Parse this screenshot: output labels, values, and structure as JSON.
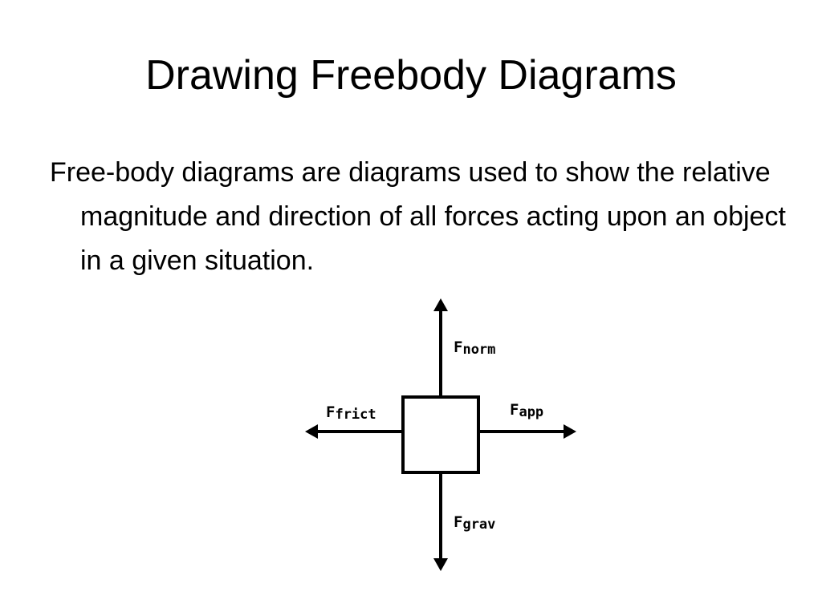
{
  "slide": {
    "title": "Drawing Freebody Diagrams",
    "body": "Free-body diagrams are diagrams used to show the relative magnitude and direction of all forces acting upon an object in a given situation."
  },
  "diagram": {
    "labels": {
      "normal": {
        "main": "F",
        "sub": "norm"
      },
      "friction": {
        "main": "F",
        "sub": "frict"
      },
      "applied": {
        "main": "F",
        "sub": "app"
      },
      "gravity": {
        "main": "F",
        "sub": "grav"
      }
    },
    "colors": {
      "stroke": "#000000"
    }
  }
}
